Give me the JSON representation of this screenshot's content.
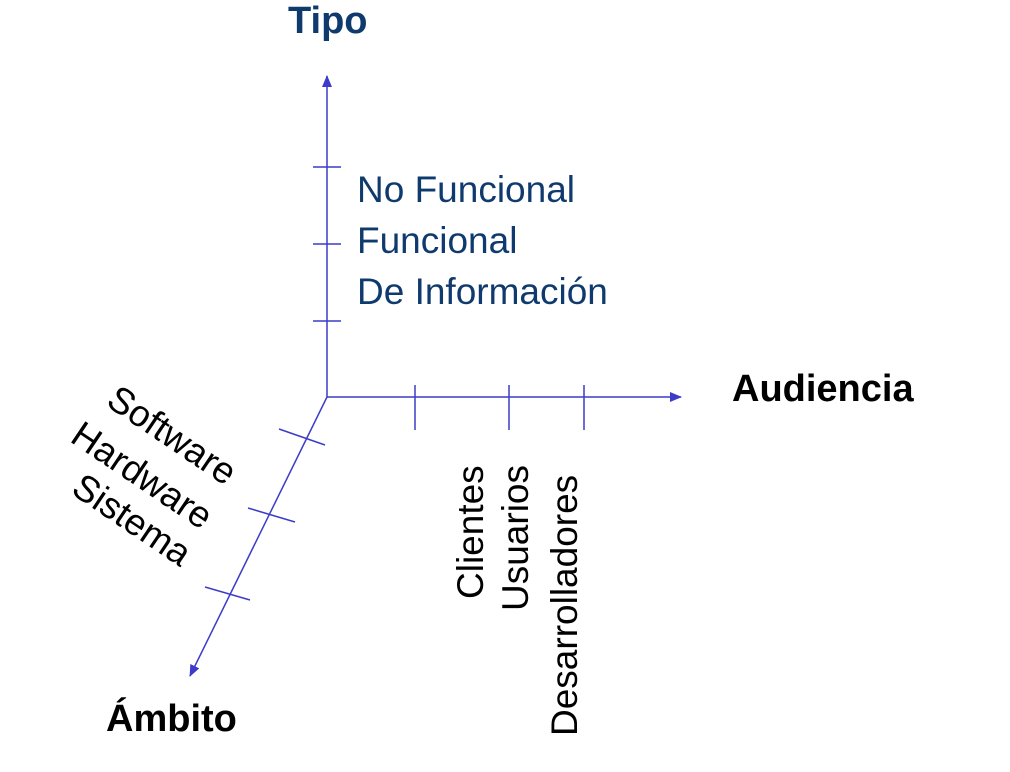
{
  "axes": {
    "type": {
      "title": "Tipo",
      "items": [
        "No Funcional",
        "Funcional",
        "De Información"
      ]
    },
    "audience": {
      "title": "Audiencia",
      "items": [
        "Clientes",
        "Usuarios",
        "Desarrolladores"
      ]
    },
    "scope": {
      "title": "Ámbito",
      "items": [
        "Software",
        "Hardware",
        "Sistema"
      ]
    }
  },
  "colors": {
    "axis_line": "#3c3cc8",
    "heading_blue": "#0f3a6e",
    "label_black": "#000000"
  }
}
